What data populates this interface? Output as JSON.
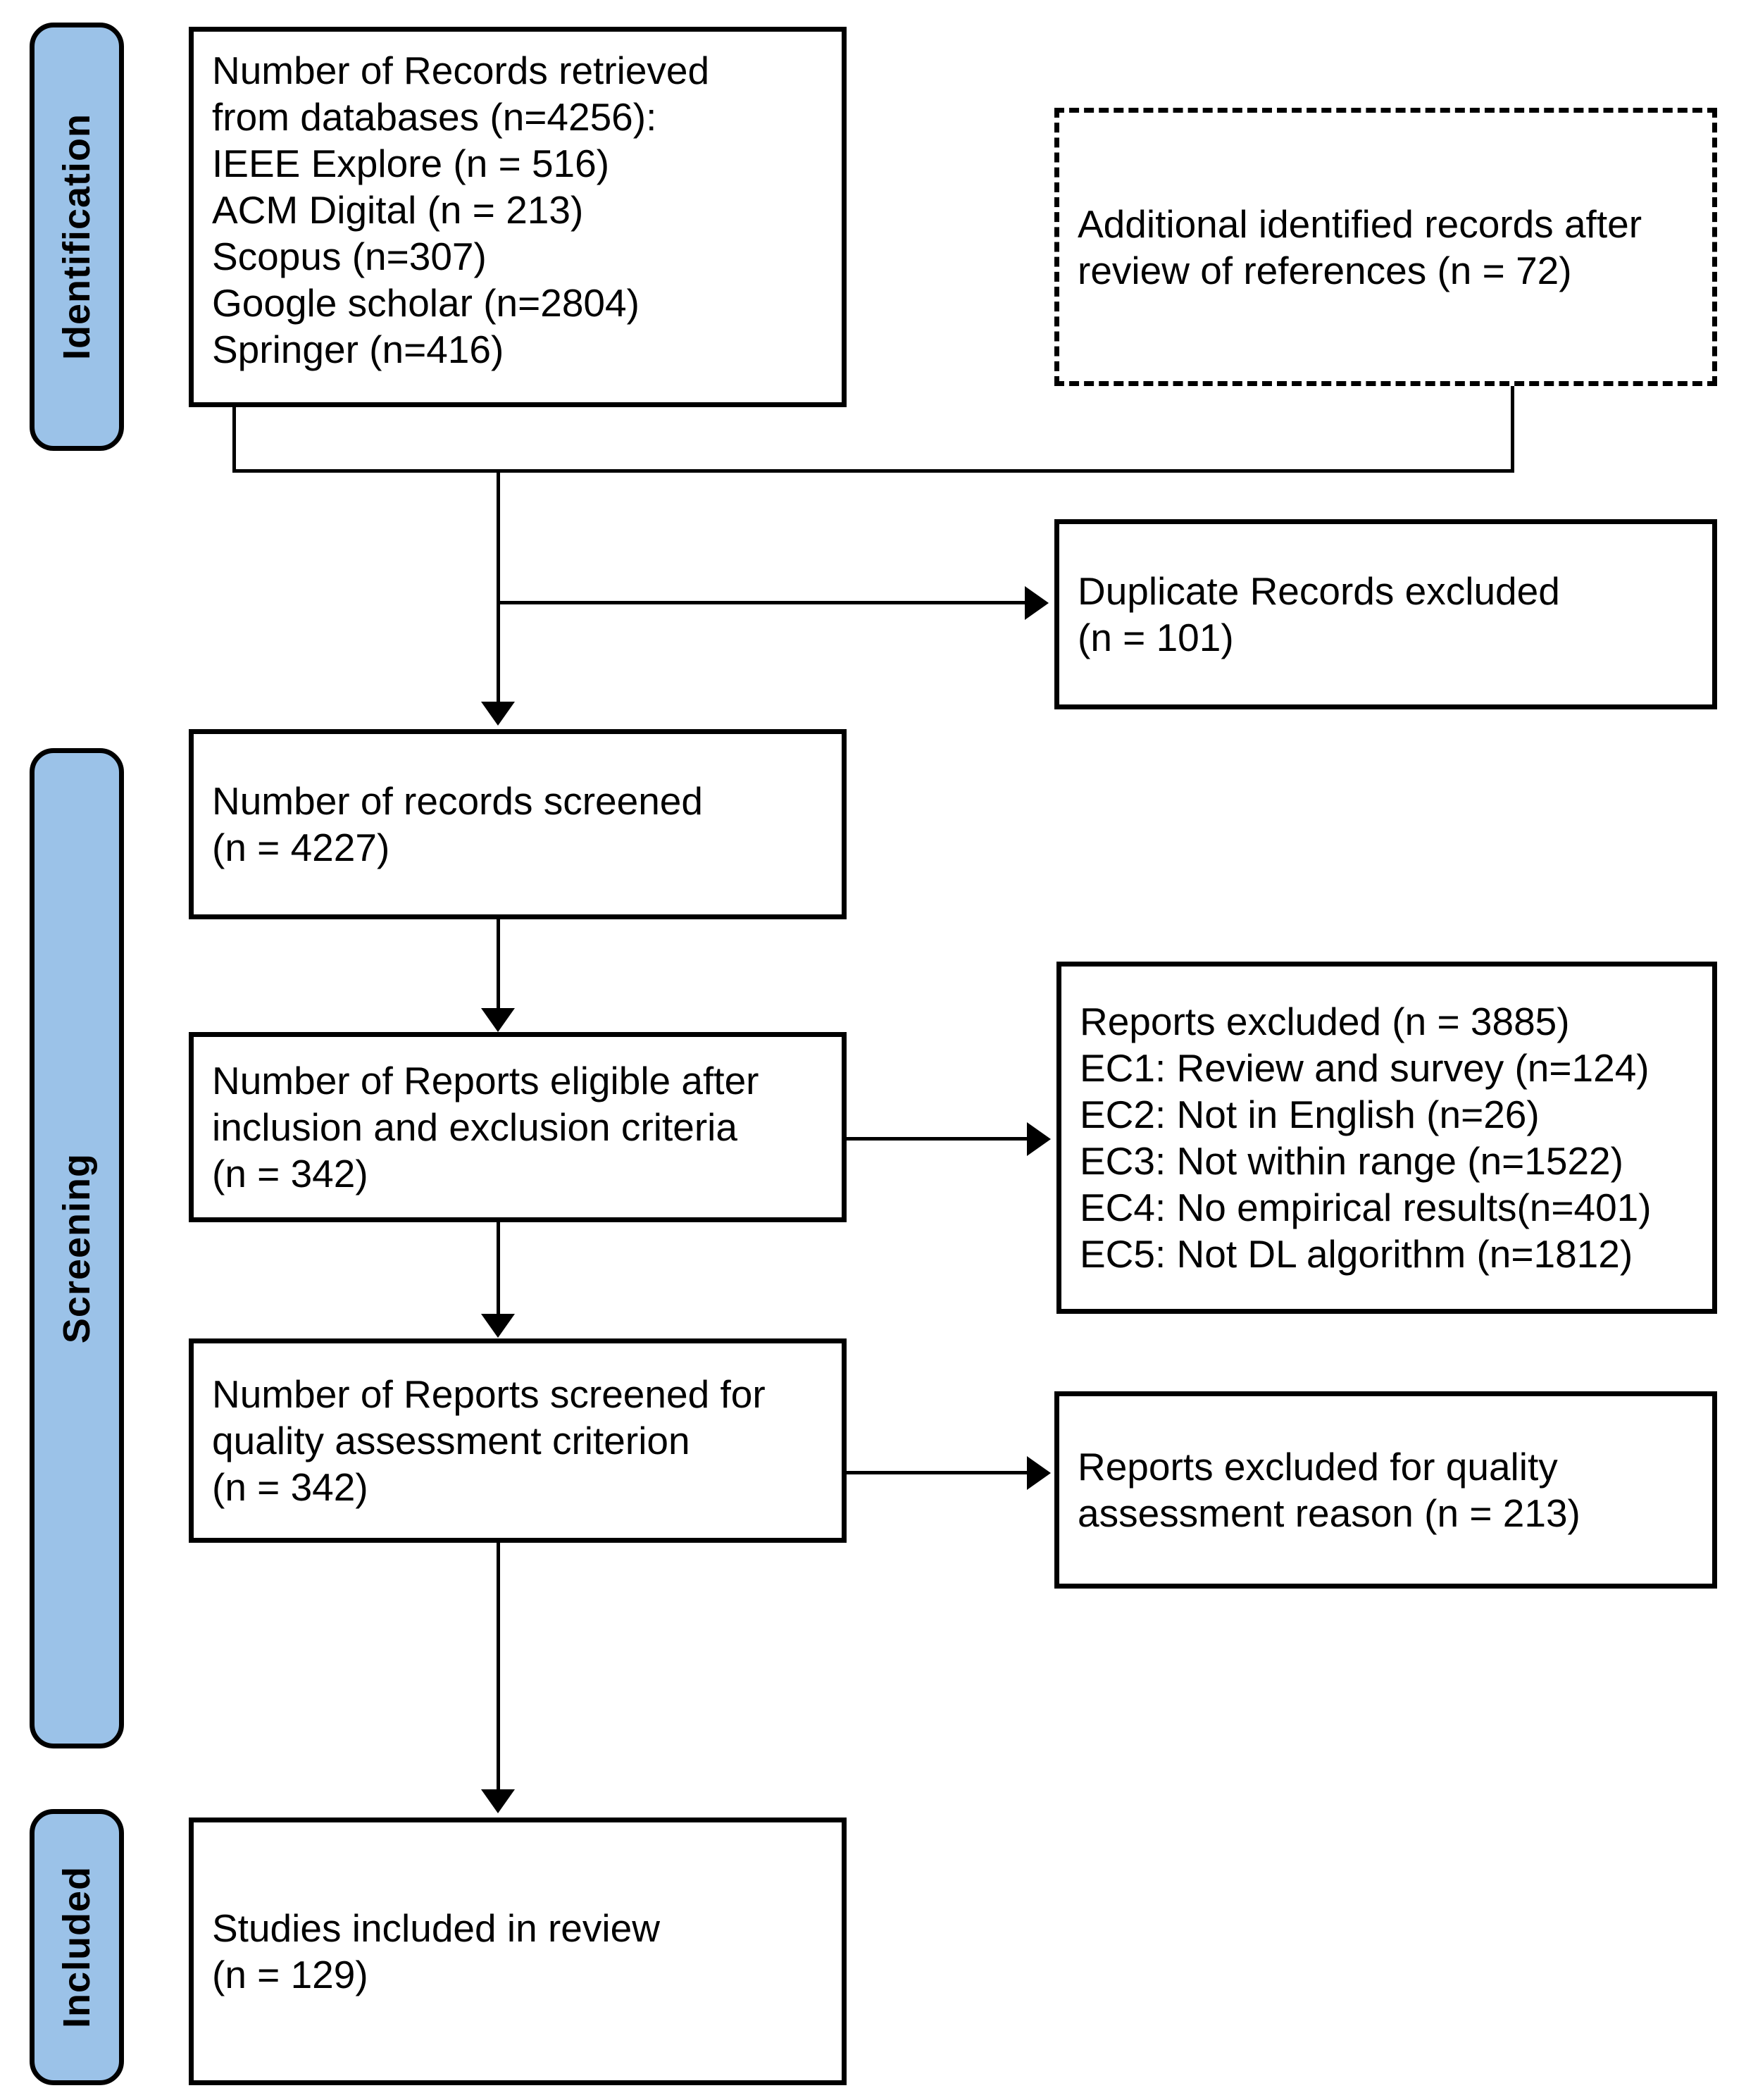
{
  "diagram": {
    "title": "PRISMA study selection flow diagram",
    "accent_color": "#9bc2e8",
    "line_color": "#000000",
    "background_color": "#ffffff"
  },
  "phases": [
    {
      "id": "identification",
      "label": "Identification"
    },
    {
      "id": "screening",
      "label": "Screening"
    },
    {
      "id": "included",
      "label": "Included"
    }
  ],
  "nodes": {
    "records_retrieved": {
      "text": "Number of Records retrieved\nfrom databases (n=4256):\nIEEE Explore (n = 516)\nACM Digital (n = 213)\nScopus (n=307)\nGoogle scholar (n=2804)\nSpringer (n=416)"
    },
    "additional_records": {
      "text": "Additional identified records after\nreview of references (n = 72)"
    },
    "duplicates_excluded": {
      "text": "Duplicate Records excluded\n(n = 101)"
    },
    "records_screened": {
      "text": "Number of records screened\n(n = 4227)"
    },
    "reports_eligible": {
      "text": "Number of Reports eligible after\ninclusion and exclusion criteria\n(n = 342)"
    },
    "reports_excluded": {
      "text": "Reports excluded (n = 3885)\nEC1: Review and survey (n=124)\nEC2: Not in English (n=26)\nEC3: Not within range (n=1522)\nEC4: No empirical results(n=401)\nEC5: Not DL algorithm (n=1812)"
    },
    "reports_quality_screened": {
      "text": "Number of Reports screened for\nquality assessment criterion\n(n = 342)"
    },
    "quality_excluded": {
      "text": "Reports excluded for quality\nassessment reason (n = 213)"
    },
    "studies_included": {
      "text": "Studies included in review\n(n = 129)"
    }
  },
  "chart_data": {
    "type": "flow",
    "title": "PRISMA study selection flow diagram",
    "stages": [
      {
        "phase": "Identification",
        "items": [
          {
            "label": "Number of Records retrieved from databases",
            "n": 4256
          },
          {
            "label": "IEEE Explore",
            "n": 516
          },
          {
            "label": "ACM Digital",
            "n": 213
          },
          {
            "label": "Scopus",
            "n": 307
          },
          {
            "label": "Google scholar",
            "n": 2804
          },
          {
            "label": "Springer",
            "n": 416
          },
          {
            "label": "Additional identified records after review of references",
            "n": 72
          }
        ]
      },
      {
        "phase": "Screening",
        "items": [
          {
            "label": "Duplicate Records excluded",
            "n": 101
          },
          {
            "label": "Number of records screened",
            "n": 4227
          },
          {
            "label": "Number of Reports eligible after inclusion and exclusion criteria",
            "n": 342
          },
          {
            "label": "Reports excluded",
            "n": 3885
          },
          {
            "label": "EC1: Review and survey",
            "n": 124
          },
          {
            "label": "EC2: Not in English",
            "n": 26
          },
          {
            "label": "EC3: Not within range",
            "n": 1522
          },
          {
            "label": "EC4: No empirical results",
            "n": 401
          },
          {
            "label": "EC5: Not DL algorithm",
            "n": 1812
          },
          {
            "label": "Number of Reports screened for quality assessment criterion",
            "n": 342
          },
          {
            "label": "Reports excluded for quality assessment reason",
            "n": 213
          }
        ]
      },
      {
        "phase": "Included",
        "items": [
          {
            "label": "Studies included in review",
            "n": 129
          }
        ]
      }
    ]
  }
}
